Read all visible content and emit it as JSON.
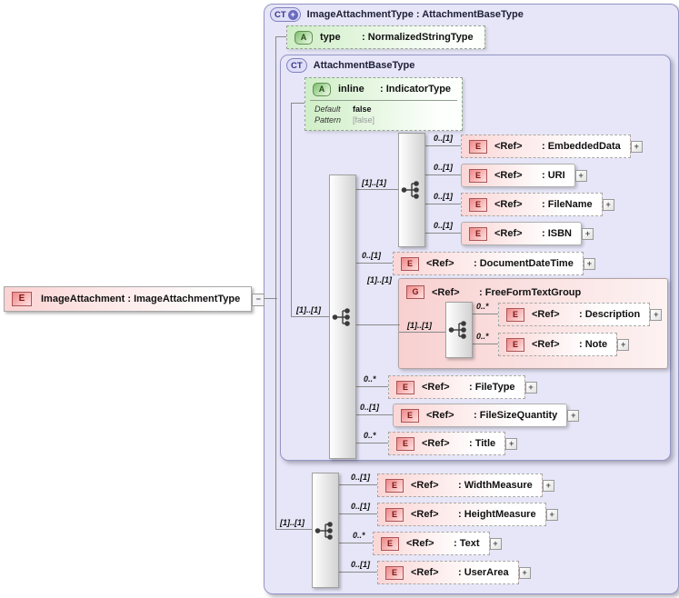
{
  "palette": {
    "container_lavender": "#e6e6f8",
    "container_border": "#9595c5",
    "element_pink": "#fbd6d6",
    "attribute_green": "#cfeec6",
    "badge_red": "#ef8888",
    "connector_gray": "#8a8a8a"
  },
  "glyphs": {
    "element_badge": "E",
    "attribute_badge": "A",
    "complex_type_badge": "CT",
    "group_badge": "G",
    "expand": "+",
    "collapse": "−",
    "ct_plus": "+"
  },
  "root": {
    "label": "ImageAttachment : ImageAttachmentType"
  },
  "outer_type": {
    "title": "ImageAttachmentType : AttachmentBaseType"
  },
  "inner_type": {
    "title": "AttachmentBaseType"
  },
  "attr_type": {
    "name": "type",
    "type": ": NormalizedStringType"
  },
  "attr_inline": {
    "name": "inline",
    "type": ": IndicatorType",
    "default_label": "Default",
    "default_value": "false",
    "pattern_label": "Pattern",
    "pattern_value": "[false]"
  },
  "group": {
    "ref": "<Ref>",
    "type": ": FreeFormTextGroup",
    "cardinality": "[1]..[1]",
    "inner_cardinality": "[1]..[1]"
  },
  "compositors": {
    "main_cardinality": "[1]..[1]",
    "inner_cardinality": "[1]..[1]",
    "bottom_cardinality": "[1]..[1]"
  },
  "elements": {
    "embedded_data": {
      "ref": "<Ref>",
      "type": ": EmbeddedData",
      "cardinality": "0..[1]"
    },
    "uri": {
      "ref": "<Ref>",
      "type": ": URI",
      "cardinality": "0..[1]"
    },
    "file_name": {
      "ref": "<Ref>",
      "type": ": FileName",
      "cardinality": "0..[1]"
    },
    "isbn": {
      "ref": "<Ref>",
      "type": ": ISBN",
      "cardinality": "0..[1]"
    },
    "document_date_time": {
      "ref": "<Ref>",
      "type": ": DocumentDateTime",
      "cardinality": "0..[1]"
    },
    "description": {
      "ref": "<Ref>",
      "type": ": Description",
      "cardinality": "0..*"
    },
    "note": {
      "ref": "<Ref>",
      "type": ": Note",
      "cardinality": "0..*"
    },
    "file_type": {
      "ref": "<Ref>",
      "type": ": FileType",
      "cardinality": "0..*"
    },
    "file_size_quantity": {
      "ref": "<Ref>",
      "type": ": FileSizeQuantity",
      "cardinality": "0..[1]"
    },
    "title": {
      "ref": "<Ref>",
      "type": ": Title",
      "cardinality": "0..*"
    },
    "width_measure": {
      "ref": "<Ref>",
      "type": ": WidthMeasure",
      "cardinality": "0..[1]"
    },
    "height_measure": {
      "ref": "<Ref>",
      "type": ": HeightMeasure",
      "cardinality": "0..[1]"
    },
    "text": {
      "ref": "<Ref>",
      "type": ": Text",
      "cardinality": "0..*"
    },
    "user_area": {
      "ref": "<Ref>",
      "type": ": UserArea",
      "cardinality": "0..[1]"
    }
  }
}
